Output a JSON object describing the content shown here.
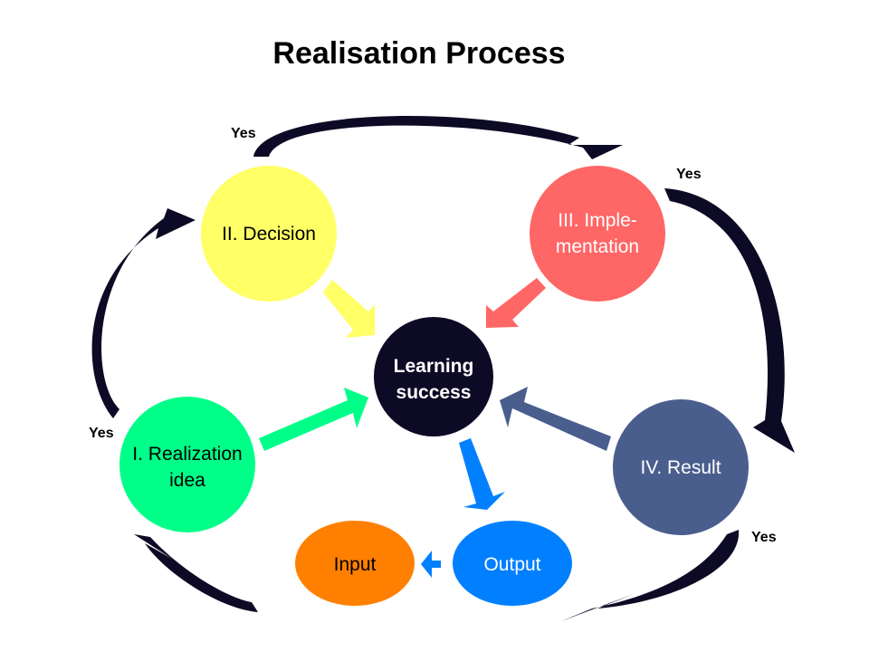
{
  "title": "Realisation Process",
  "center": {
    "label_line1": "Learning",
    "label_line2": "success",
    "color": "#0d0a25",
    "text_color": "#ffffff"
  },
  "nodes": {
    "decision": {
      "line1": "II. Decision",
      "line2": "",
      "color": "#ffff66",
      "text_color": "#000000"
    },
    "implementation": {
      "line1": "III. Imple-",
      "line2": "mentation",
      "color": "#ff6666",
      "text_color": "#ffffff"
    },
    "result": {
      "line1": "IV. Result",
      "line2": "",
      "color": "#4a5e8e",
      "text_color": "#ffffff"
    },
    "realization": {
      "line1": "I. Realization",
      "line2": "idea",
      "color": "#00ff88",
      "text_color": "#000000"
    },
    "input": {
      "line1": "Input",
      "color": "#ff8000",
      "text_color": "#000000"
    },
    "output": {
      "line1": "Output",
      "color": "#0080ff",
      "text_color": "#ffffff"
    }
  },
  "cycle_arrow_color": "#0d0a25",
  "yes_labels": [
    "Yes",
    "Yes",
    "Yes",
    "Yes"
  ]
}
